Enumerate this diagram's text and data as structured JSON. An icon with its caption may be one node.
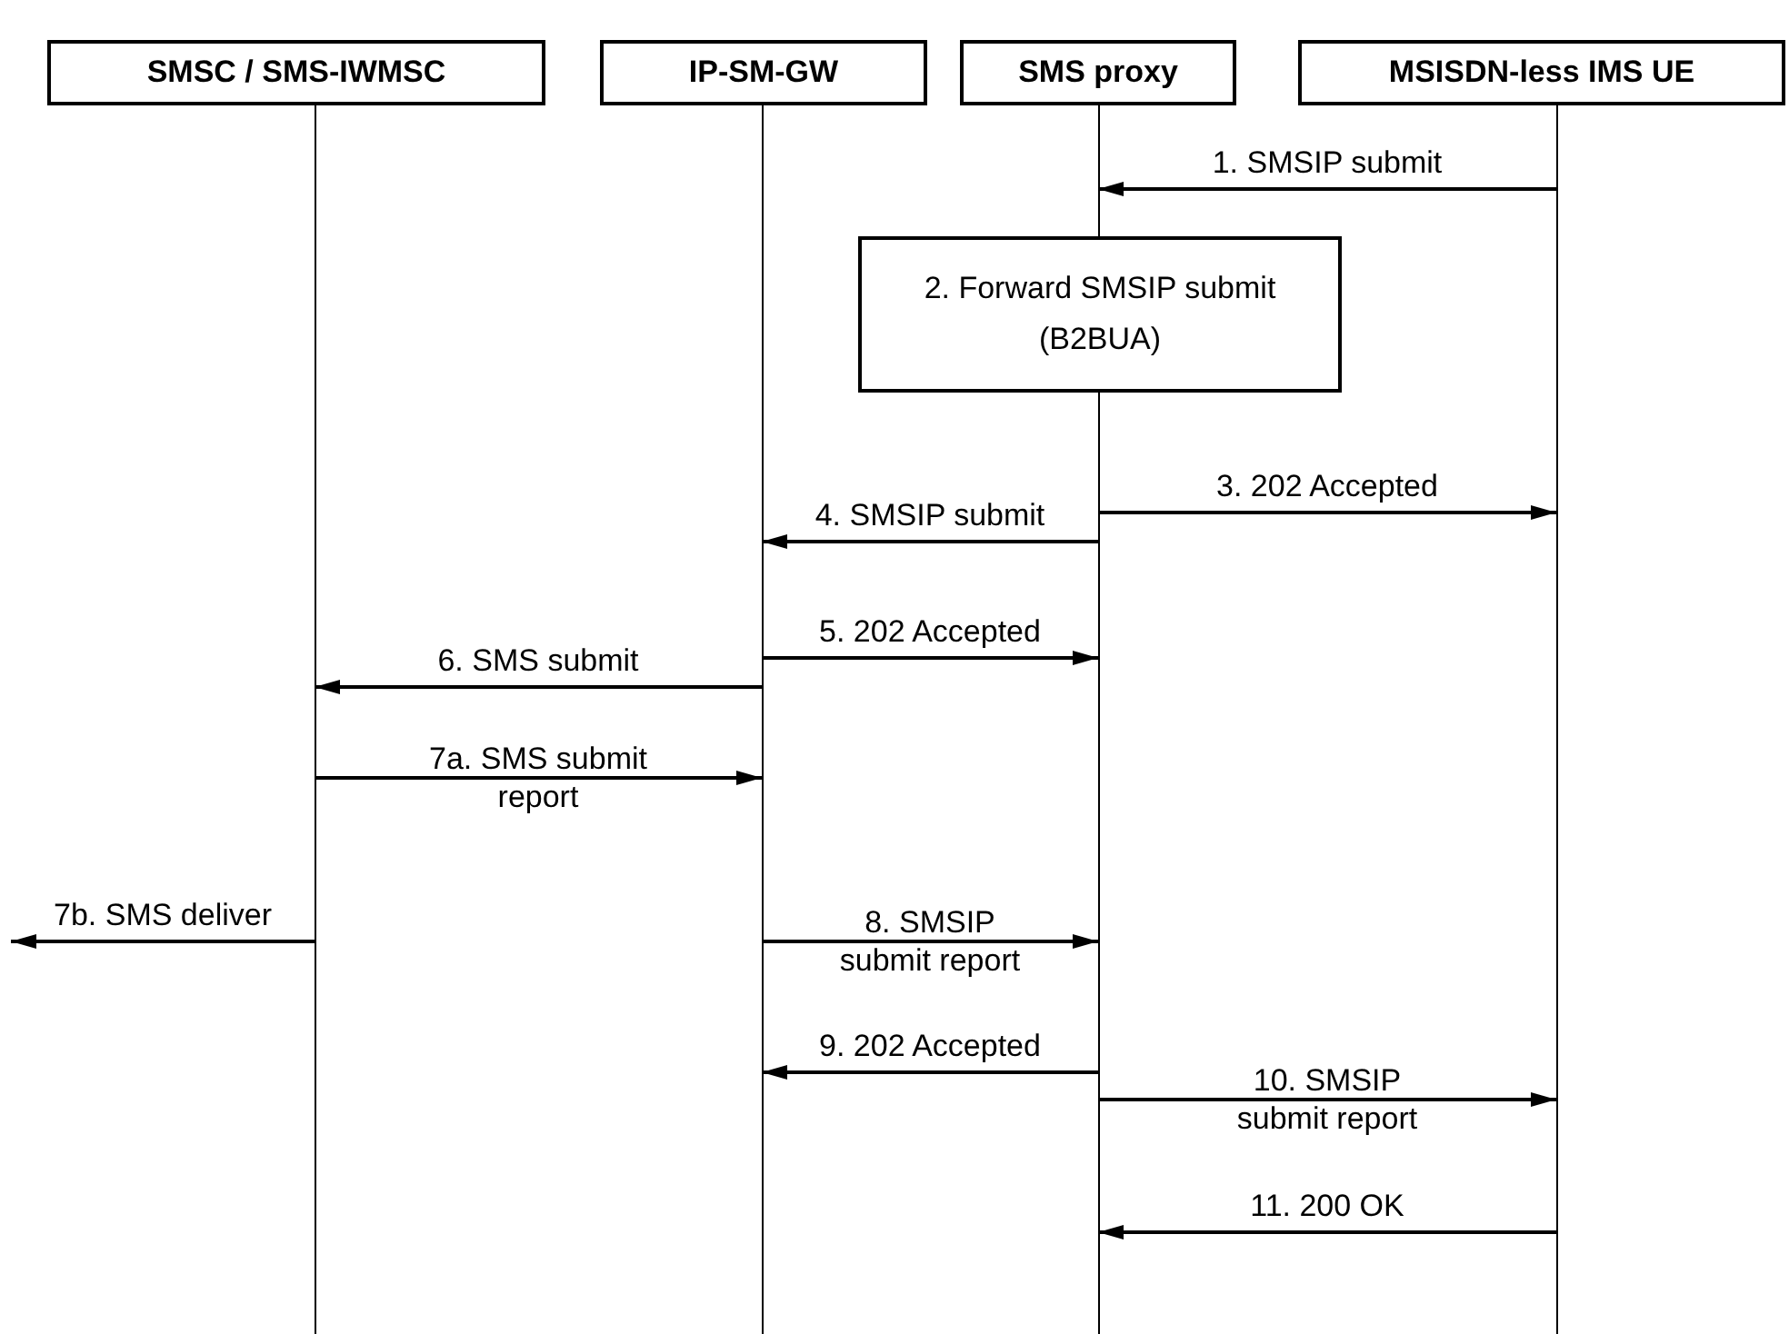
{
  "diagram": {
    "nodes": [
      {
        "text": [
          "SMSC / SMS-IWMSC"
        ]
      },
      {
        "text": [
          "IP-SM-GW"
        ]
      },
      {
        "text": [
          "SMS proxy"
        ]
      },
      {
        "text": [
          "MSISDN-less IMS UE"
        ]
      },
      {
        "text": [
          "2. Forward SMSIP submit (B2BUA)"
        ]
      }
    ],
    "edges": [
      {
        "from": 3,
        "to": 2,
        "arrow": "to",
        "label": "1. SMSIP submit"
      },
      {
        "from": 2,
        "to": 3,
        "arrow": "to",
        "label": "3. 202 Accepted"
      },
      {
        "from": 2,
        "to": 1,
        "arrow": "to",
        "label": "4. SMSIP submit"
      },
      {
        "from": 1,
        "to": 2,
        "arrow": "to",
        "label": "5. 202 Accepted"
      },
      {
        "from": 1,
        "to": 0,
        "arrow": "to",
        "label": "6. SMS submit"
      },
      {
        "from": 0,
        "to": 1,
        "arrow": "to",
        "label": "7a. SMS submit report"
      },
      {
        "from": 0,
        "to": null,
        "arrow": "to",
        "label": "7b. SMS deliver"
      },
      {
        "from": 1,
        "to": 2,
        "arrow": "to",
        "label": "8. SMSIP submit report"
      },
      {
        "from": 2,
        "to": 1,
        "arrow": "to",
        "label": "9. 202 Accepted"
      },
      {
        "from": 2,
        "to": 3,
        "arrow": "to",
        "label": "10. SMSIP submit report"
      },
      {
        "from": 3,
        "to": 2,
        "arrow": "to",
        "label": "11. 200 OK"
      }
    ]
  }
}
